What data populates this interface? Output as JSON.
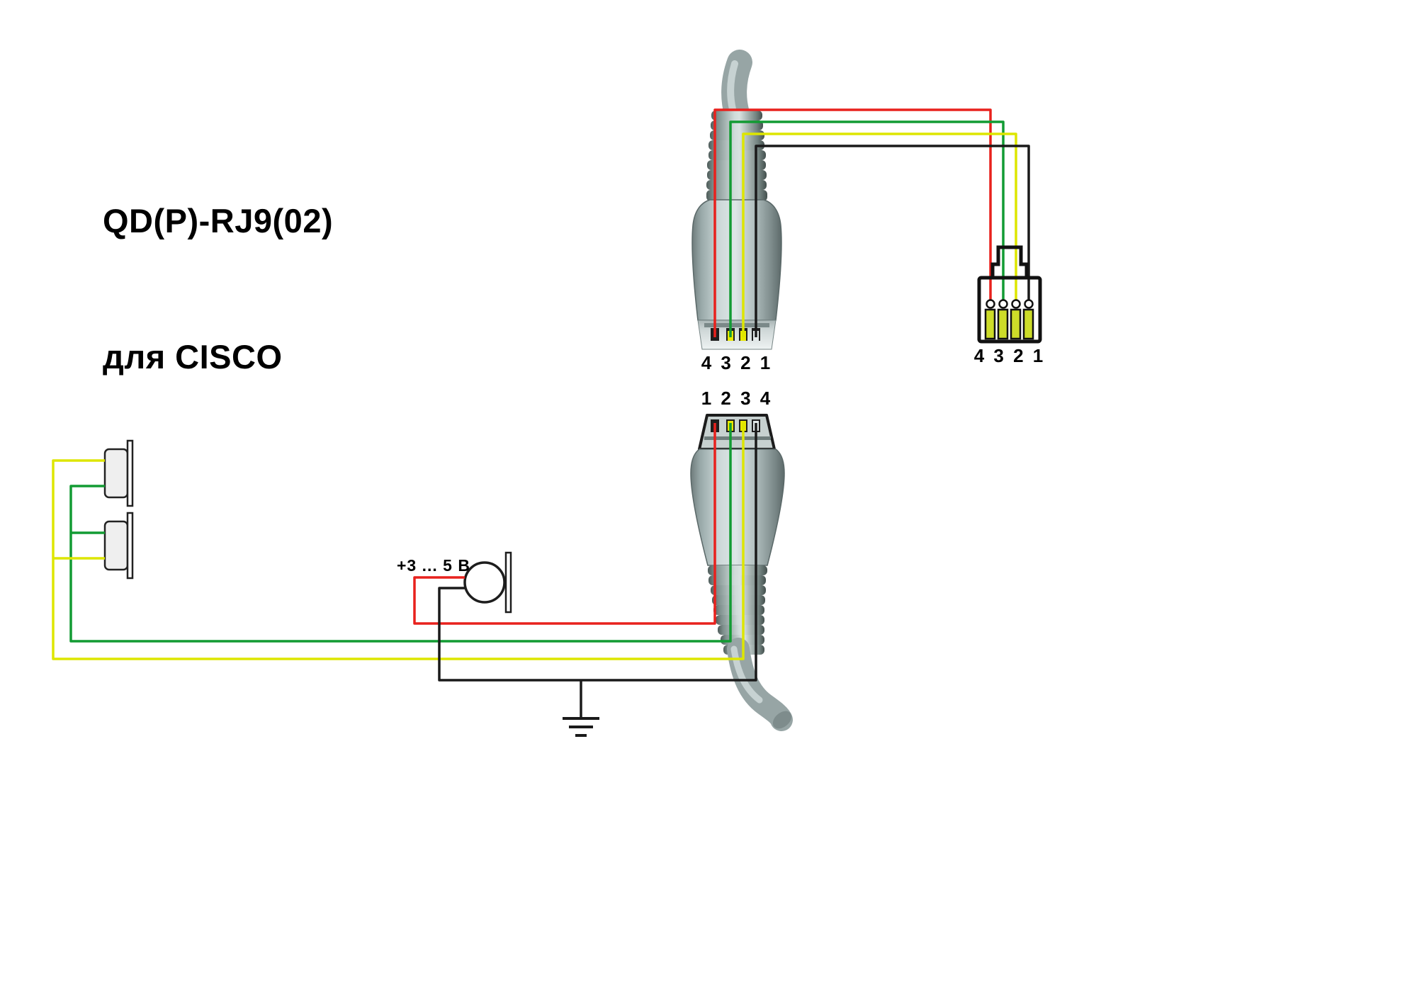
{
  "title": {
    "line1": "QD(P)-RJ9(02)",
    "line2": "для CISCO"
  },
  "labels": {
    "qd_top_pins": "4 3 2 1",
    "qd_bottom_pins": "1 2 3 4",
    "rj9_pins": "4 3 2 1",
    "mic_voltage": "+3 ... 5 В"
  },
  "colors": {
    "wire_red": "#e8211d",
    "wire_green": "#129b33",
    "wire_yellow": "#dde600",
    "wire_black": "#1a1a1a",
    "rj9_pin": "#cddc29",
    "contact_yellow": "#e8e800",
    "connector_gray": "#97a5a5"
  },
  "wires": [
    {
      "name": "red",
      "hex": "#e8211d",
      "connects": "microphone +3...5 V supply"
    },
    {
      "name": "green",
      "hex": "#129b33",
      "connects": "speakers"
    },
    {
      "name": "yellow",
      "hex": "#dde600",
      "connects": "speakers"
    },
    {
      "name": "black",
      "hex": "#1a1a1a",
      "connects": "microphone return / ground"
    }
  ]
}
